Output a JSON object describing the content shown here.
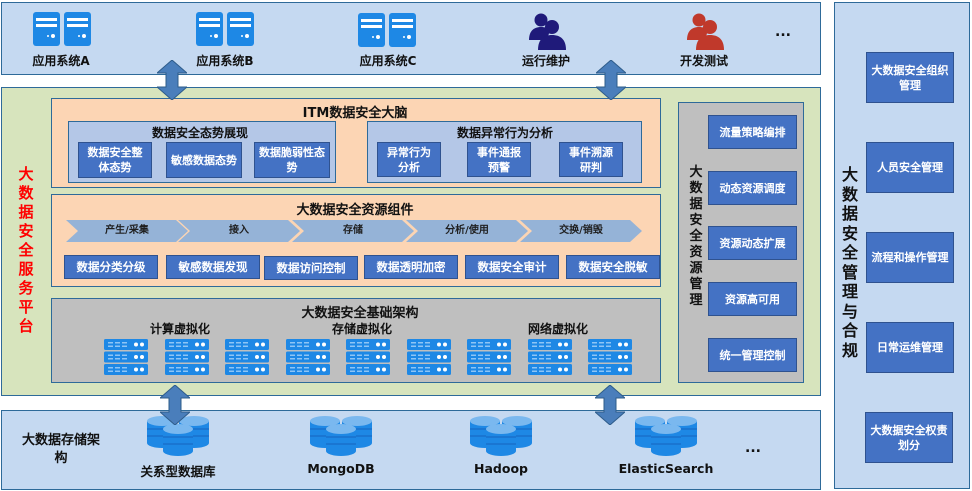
{
  "top_layer": {
    "items": [
      {
        "label": "应用系统A",
        "icon": "server-icon"
      },
      {
        "label": "应用系统B",
        "icon": "server-icon"
      },
      {
        "label": "应用系统C",
        "icon": "server-icon"
      },
      {
        "label": "运行维护",
        "icon": "users-icon"
      },
      {
        "label": "开发测试",
        "icon": "users-icon"
      }
    ],
    "ellipsis": "..."
  },
  "platform": {
    "title": "大数据安全服务平台",
    "brain": {
      "title": "ITM数据安全大脑",
      "situation": {
        "title": "数据安全态势展现",
        "items": [
          "数据安全整体态势",
          "敏感数据态势",
          "数据脆弱性态势"
        ]
      },
      "anomaly": {
        "title": "数据异常行为分析",
        "items": [
          "异常行为分析",
          "事件通报预警",
          "事件溯源研判"
        ]
      }
    },
    "resources": {
      "title": "大数据安全资源组件",
      "lifecycle": [
        "产生/采集",
        "接入",
        "存储",
        "分析/使用",
        "交换/销毁"
      ],
      "components": [
        "数据分类分级",
        "敏感数据发现",
        "数据访问控制",
        "数据透明加密",
        "数据安全审计",
        "数据安全脱敏"
      ]
    },
    "infrastructure": {
      "title": "大数据安全基础架构",
      "groups": [
        "计算虚拟化",
        "存储虚拟化",
        "网络虚拟化"
      ],
      "server_count": 9
    },
    "resource_mgmt": {
      "title": "大数据安全资源管理",
      "items": [
        "流量策略编排",
        "动态资源调度",
        "资源动态扩展",
        "资源高可用",
        "统一管理控制"
      ]
    }
  },
  "storage": {
    "title": "大数据存储架构",
    "items": [
      "关系型数据库",
      "MongoDB",
      "Hadoop",
      "ElasticSearch"
    ],
    "ellipsis": "..."
  },
  "governance": {
    "title": "大数据安全管理与合规",
    "items": [
      "大数据安全组织管理",
      "人员安全管理",
      "流程和操作管理",
      "日常运维管理",
      "大数据安全权责划分"
    ]
  },
  "colors": {
    "box_blue": "#4472c4",
    "platform_title_red": "#ff0000",
    "icon_blue": "#1e88e5",
    "users_navy": "#1f1a7a",
    "users_red": "#c0392b",
    "arrow": "#4a7ebb"
  }
}
